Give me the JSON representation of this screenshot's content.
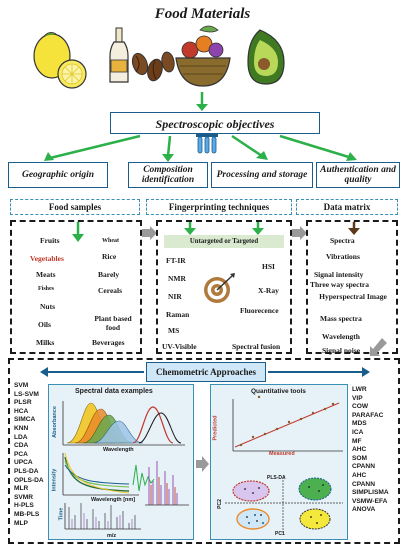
{
  "title": "Food Materials",
  "spectroscopic": "Spectroscopic objectives",
  "objectives": [
    "Geographic origin",
    "Composition identification",
    "Processing and storage",
    "Authentication and quality"
  ],
  "headers": {
    "food": "Food samples",
    "finger": "Fingerprinting techniques",
    "matrix": "Data matrix"
  },
  "food_samples": {
    "fruits": "Fruits",
    "wheat": "Wheat",
    "vegetables": "Vegetables",
    "rice": "Rice",
    "meats": "Meats",
    "barely": "Barely",
    "fishes": "Fishes",
    "cereals": "Cereals",
    "nuts": "Nuts",
    "oils": "Oils",
    "plant_based": "Plant based food",
    "milks": "Milks",
    "beverages": "Beverages"
  },
  "fingerprint": {
    "untargeted": "Untargeted or Targeted",
    "ftir": "FT-IR",
    "hsi": "HSI",
    "nmr": "NMR",
    "xray": "X-Ray",
    "nir": "NIR",
    "raman": "Raman",
    "fluor": "Fluorecence",
    "ms": "MS",
    "uv": "UV-Visible",
    "fusion": "Spectral fusion"
  },
  "data_matrix": [
    "Spectra",
    "Vibrations",
    "Signal intensity",
    "Three way spectra",
    "Hyperspectral Image",
    "Mass spectra",
    "Wavelength",
    "Signal noise"
  ],
  "chemometric": "Chemometric Approaches",
  "left_list": [
    "SVM",
    "LS-SVM",
    "PLSR",
    "HCA",
    "SIMCA",
    "KNN",
    "LDA",
    "CDA",
    "PCA",
    "UPCA",
    "PLS-DA",
    "OPLS-DA",
    "MLR",
    "SVMR",
    "H-PLS",
    "MB-PLS",
    "MLP"
  ],
  "right_list": [
    "LWR",
    "VIP",
    "COW",
    "PARAFAC",
    "MDS",
    "ICA",
    "MF",
    "AHC",
    "SOM",
    "CPANN",
    "AHC",
    "CPANN",
    "SIMPLISMA",
    "VSMW-EFA",
    "ANOVA"
  ],
  "spectral_panel": {
    "title": "Spectral data examples",
    "wavelength": "Wavelength",
    "wavelength_nm": "Wavelength [nm]",
    "absorbance": "Absorbance",
    "intensity": "Intensity",
    "time": "Time",
    "mz": "m/z"
  },
  "quant_panel": {
    "title": "Quantitative tools",
    "predicted": "Predicted",
    "measured": "Measured",
    "plsda": "PLS-DA",
    "pc1": "PC1",
    "pc2": "PC2"
  },
  "colors": {
    "frame": "#1a5d8c",
    "arrow": "#2bb04a",
    "chemo_bg": "#cfe7f7",
    "panel_bg": "#e7f1f8",
    "untargeted_bg": "#d9ead0",
    "red_text": "#c0392b"
  },
  "icons": [
    "lemon-icon",
    "bottle-icon",
    "coffee-beans-icon",
    "fruit-basket-icon",
    "avocado-icon",
    "test-tubes-icon",
    "target-icon"
  ]
}
